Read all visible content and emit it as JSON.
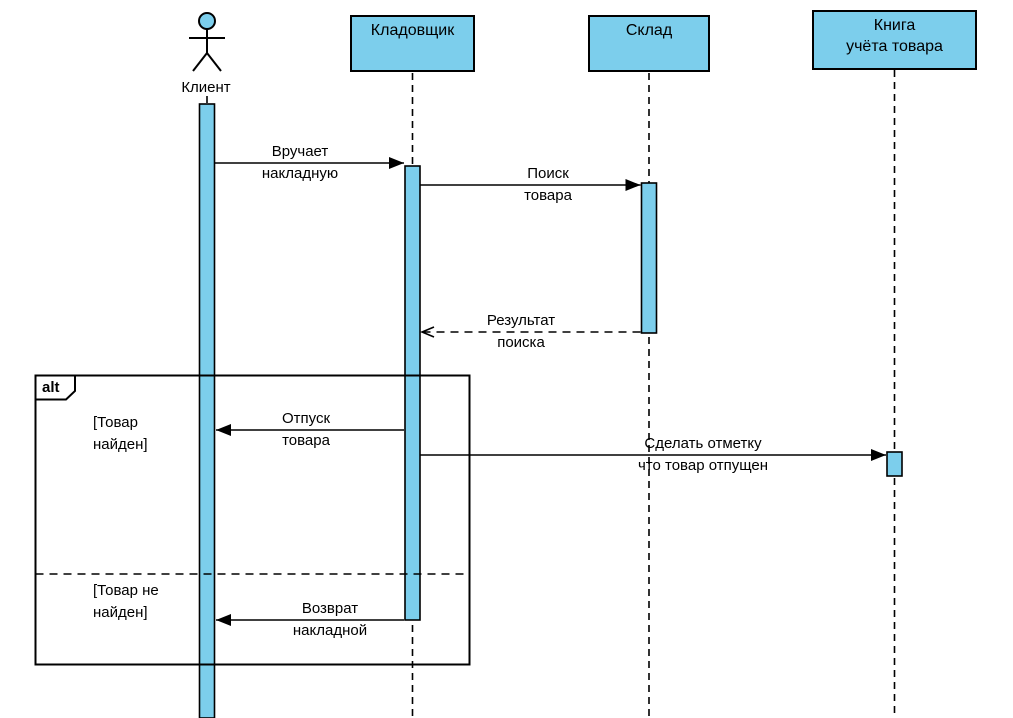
{
  "colors": {
    "participant_fill": "#7CCEEC",
    "stroke": "#000000",
    "background": "#FFFFFF"
  },
  "actor": {
    "label": "Клиент"
  },
  "participants": [
    {
      "label": "Кладовщик"
    },
    {
      "label": "Склад"
    },
    {
      "label": "Книга\nучёта товара"
    }
  ],
  "messages": [
    {
      "label": "Вручает\nнакладную",
      "from": "Клиент",
      "to": "Кладовщик",
      "style": "solid"
    },
    {
      "label": "Поиск\nтовара",
      "from": "Кладовщик",
      "to": "Склад",
      "style": "solid"
    },
    {
      "label": "Результат\nпоиска",
      "from": "Склад",
      "to": "Кладовщик",
      "style": "dashed-return"
    },
    {
      "label": "Отпуск\nтовара",
      "from": "Кладовщик",
      "to": "Клиент",
      "style": "solid"
    },
    {
      "label": "Сделать отметку\nчто товар отпущен",
      "from": "Кладовщик",
      "to": "Книга учёта товара",
      "style": "solid"
    },
    {
      "label": "Возврат\nнакладной",
      "from": "Кладовщик",
      "to": "Клиент",
      "style": "solid"
    }
  ],
  "alt_frame": {
    "operator": "alt",
    "guard_found": "[Товар\nнайден]",
    "guard_not_found": "[Товар не\nнайден]"
  }
}
